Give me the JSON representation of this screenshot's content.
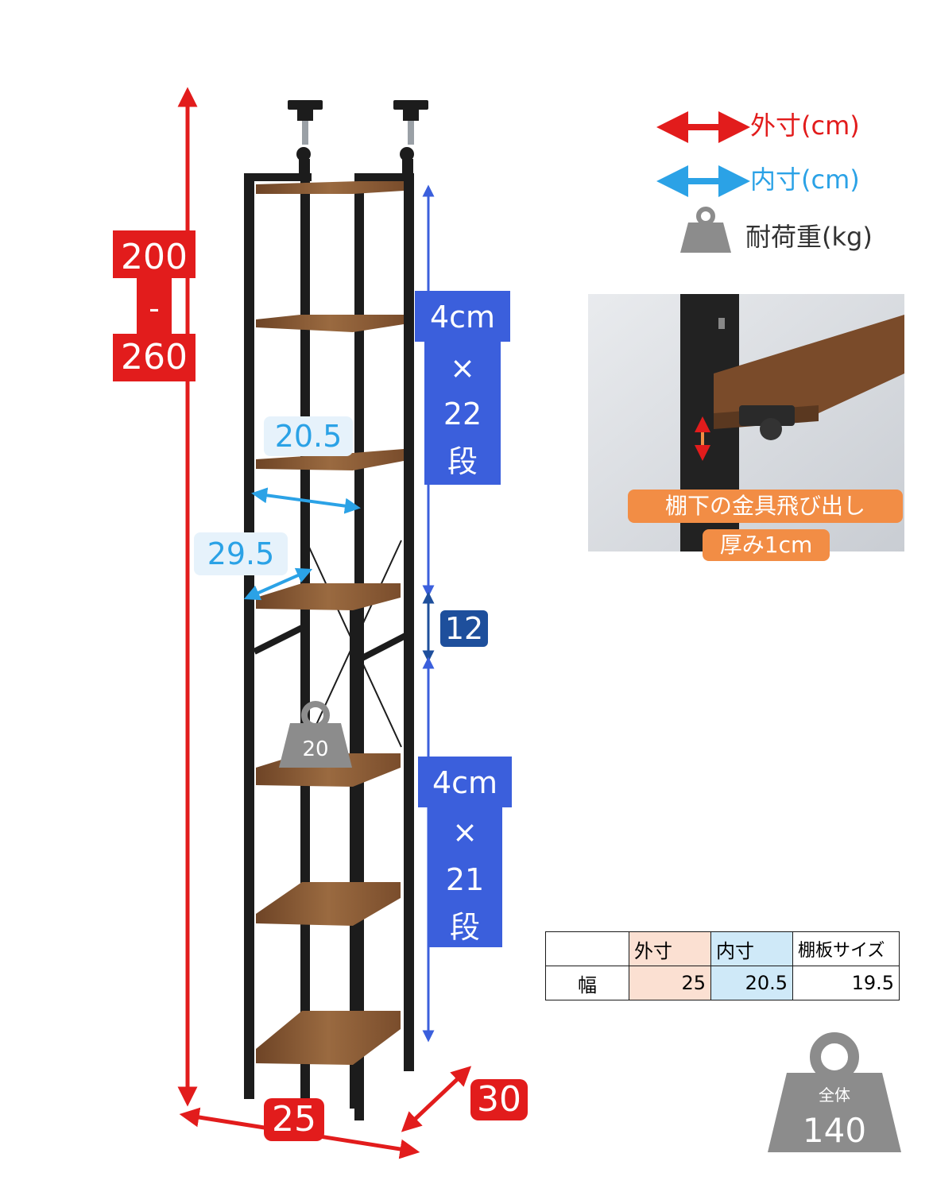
{
  "height_label": {
    "min": "200",
    "dash": "-",
    "max": "260"
  },
  "width_outer": "25",
  "depth_outer": "30",
  "inner_width": "20.5",
  "inner_depth": "29.5",
  "upper_pitch": {
    "step": "4cm",
    "times": "×",
    "count": "22",
    "unit": "段"
  },
  "fixed_gap": "12",
  "lower_pitch": {
    "step": "4cm",
    "times": "×",
    "count": "21",
    "unit": "段"
  },
  "shelf_load": "20",
  "legend": {
    "outer": "外寸(cm)",
    "inner": "内寸(cm)",
    "load": "耐荷重(kg)"
  },
  "photo_caption": {
    "line1": "棚下の金具飛び出し",
    "line2": "厚み1cm"
  },
  "spec_table": {
    "headers": [
      "",
      "外寸",
      "内寸",
      "棚板サイズ"
    ],
    "row": [
      "幅",
      "25",
      "20.5",
      "19.5"
    ]
  },
  "total_load": {
    "label": "全体",
    "value": "140"
  },
  "colors": {
    "outer": "#e21c1c",
    "inner": "#2ba2e6",
    "pitch": "#3b5fdc",
    "gap": "#1e4f9c",
    "accent": "#f28d45",
    "frame": "#1c1c1c",
    "wood": "#8a5a33",
    "weight": "#8c8c8c"
  }
}
